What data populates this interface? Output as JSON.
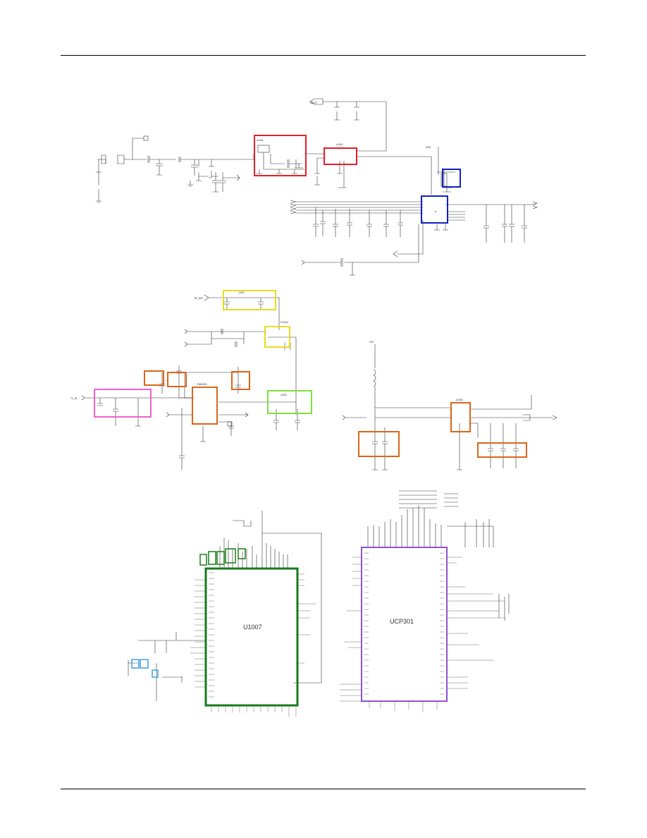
{
  "colors": {
    "red": "#e0202a",
    "blue": "#1020c0",
    "yellow": "#e8dc20",
    "orange": "#d8661a",
    "pink": "#f060c8",
    "lime": "#80e040",
    "green": "#1a7a1a",
    "purple": "#9050d0",
    "light_blue": "#40a0e0"
  },
  "blocks": {
    "u1007": "U1007",
    "ucp301": "UCP301",
    "fl1002": "FL1002",
    "u1001": "U1001",
    "pam1001": "PAM1001",
    "u1003": "U1003",
    "u1004": "U1004",
    "l1001": "L1001",
    "l1003": "L1003"
  },
  "nets": {
    "vbatt": "VBATT",
    "rf_ant": "RF_ANT",
    "tx_in": "TX_IN",
    "vcc": "VCC",
    "gnd": "GND"
  }
}
